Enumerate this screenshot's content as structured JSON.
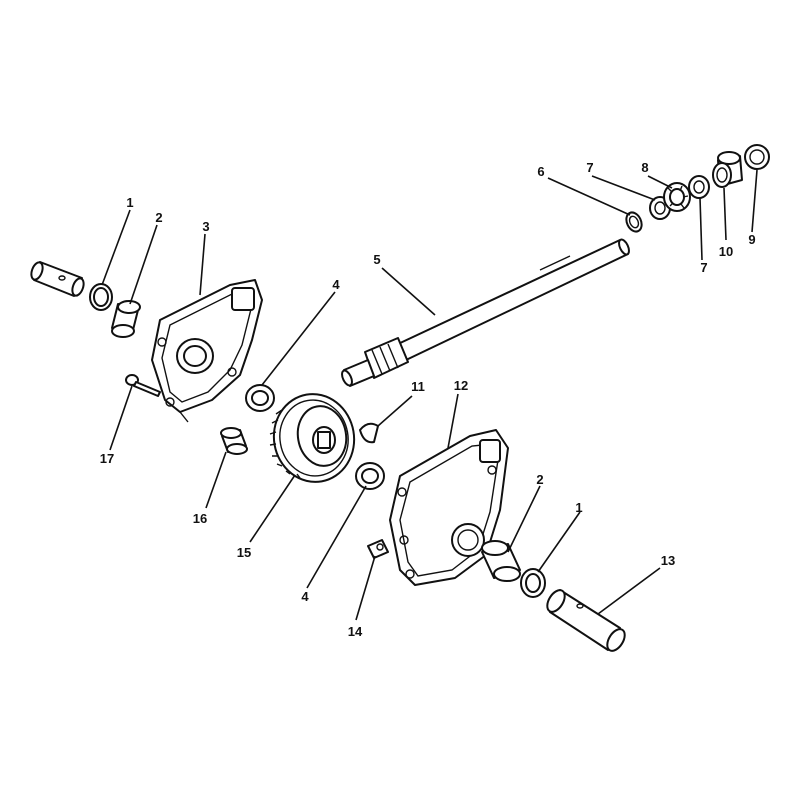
{
  "callouts": [
    {
      "id": "c1a",
      "label": "1"
    },
    {
      "id": "c2a",
      "label": "2"
    },
    {
      "id": "c3",
      "label": "3"
    },
    {
      "id": "c4a",
      "label": "4"
    },
    {
      "id": "c5",
      "label": "5"
    },
    {
      "id": "c6",
      "label": "6"
    },
    {
      "id": "c7a",
      "label": "7"
    },
    {
      "id": "c8",
      "label": "8"
    },
    {
      "id": "c9",
      "label": "9"
    },
    {
      "id": "c10",
      "label": "10"
    },
    {
      "id": "c7b",
      "label": "7"
    },
    {
      "id": "c11",
      "label": "11"
    },
    {
      "id": "c12",
      "label": "12"
    },
    {
      "id": "c2b",
      "label": "2"
    },
    {
      "id": "c1b",
      "label": "1"
    },
    {
      "id": "c13",
      "label": "13"
    },
    {
      "id": "c4b",
      "label": "4"
    },
    {
      "id": "c14",
      "label": "14"
    },
    {
      "id": "c15",
      "label": "15"
    },
    {
      "id": "c16",
      "label": "16"
    },
    {
      "id": "c17",
      "label": "17"
    }
  ]
}
